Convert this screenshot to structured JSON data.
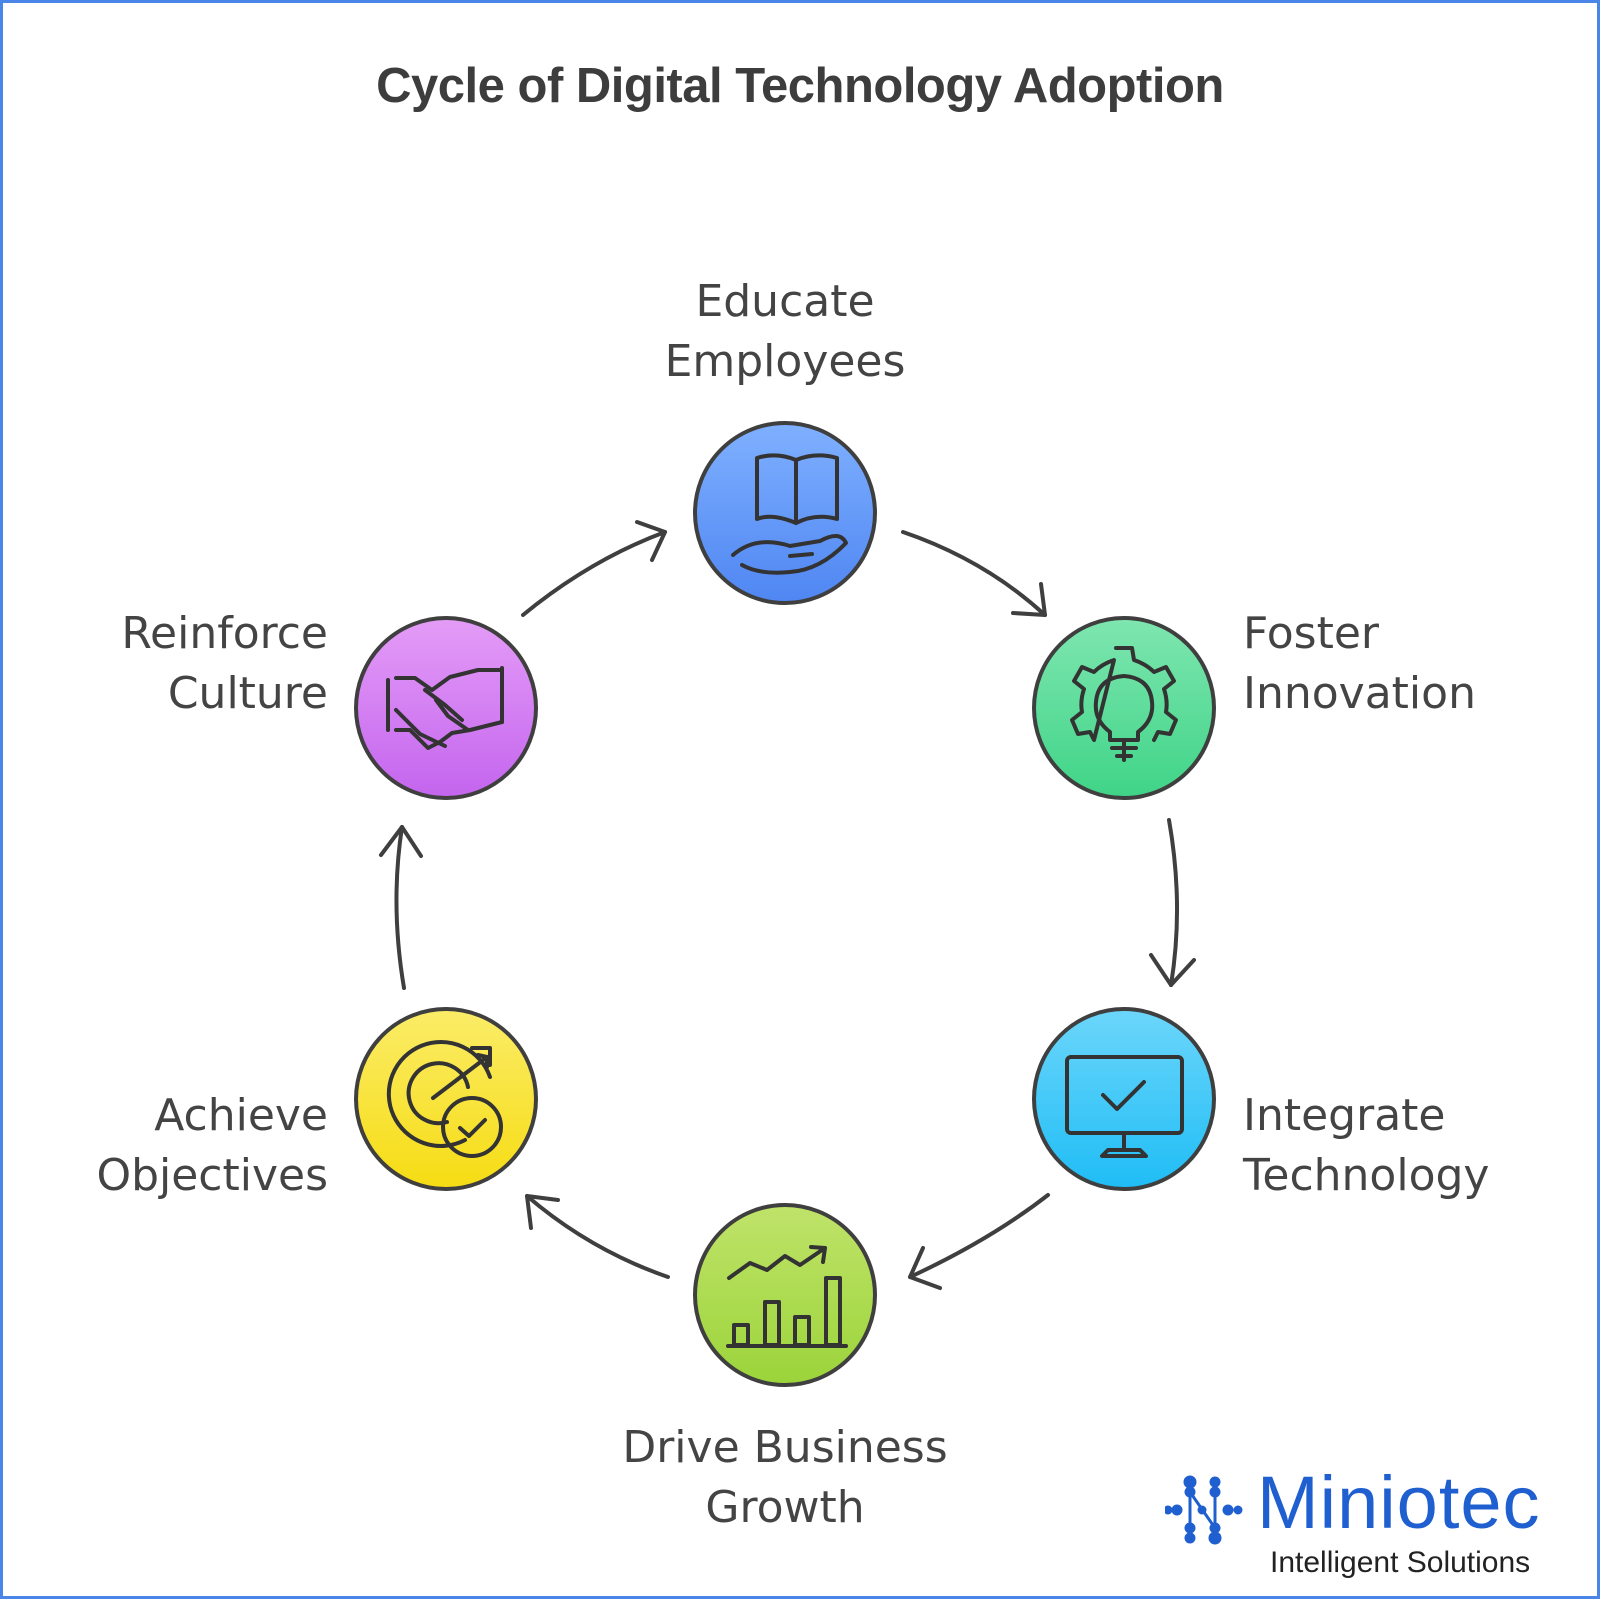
{
  "title": "Cycle of Digital Technology Adoption",
  "steps": [
    {
      "line1": "Educate",
      "line2": "Employees",
      "icon": "book-in-hand-icon",
      "color": "#5b8ff2"
    },
    {
      "line1": "Foster",
      "line2": "Innovation",
      "icon": "gear-lightbulb-icon",
      "color": "#4fd98e"
    },
    {
      "line1": "Integrate",
      "line2": "Technology",
      "icon": "monitor-checkmark-icon",
      "color": "#35c2f4"
    },
    {
      "line1": "Drive Business",
      "line2": "Growth",
      "icon": "growth-bar-chart-icon",
      "color": "#a6d94a"
    },
    {
      "line1": "Achieve",
      "line2": "Objectives",
      "icon": "target-checkmark-icon",
      "color": "#f6e02a"
    },
    {
      "line1": "Reinforce",
      "line2": "Culture",
      "icon": "handshake-icon",
      "color": "#cf78ef"
    }
  ],
  "logo": {
    "name": "Miniotec",
    "tagline": "Intelligent Solutions",
    "color": "#1f5fcf"
  }
}
